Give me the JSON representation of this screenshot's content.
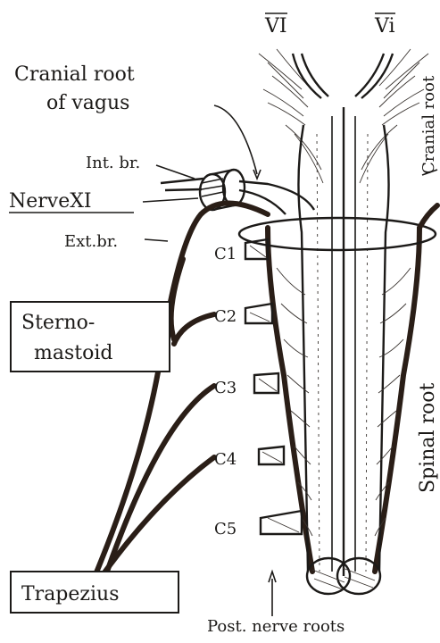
{
  "labels": {
    "vi_left": "VI",
    "vi_right": "Vi",
    "cranial_root_vagus_1": "Cranial root",
    "cranial_root_vagus_2": "of vagus",
    "int_br": "Int. br.",
    "nerve_xi": "NerveXI",
    "ext_br": "Ext.br.",
    "sternomastoid_1": "Sterno-",
    "sternomastoid_2": "mastoid",
    "trapezius": "Trapezius",
    "c1": "C1",
    "c2": "C2",
    "c3": "C3",
    "c4": "C4",
    "c5": "C5",
    "cranial_root": "Cranial root",
    "spinal_root": "Spinal root",
    "post_nerve_roots": "Post. nerve roots"
  },
  "colors": {
    "ink": "#1c1a18",
    "nerve": "#2a1e17",
    "background": "#ffffff"
  }
}
